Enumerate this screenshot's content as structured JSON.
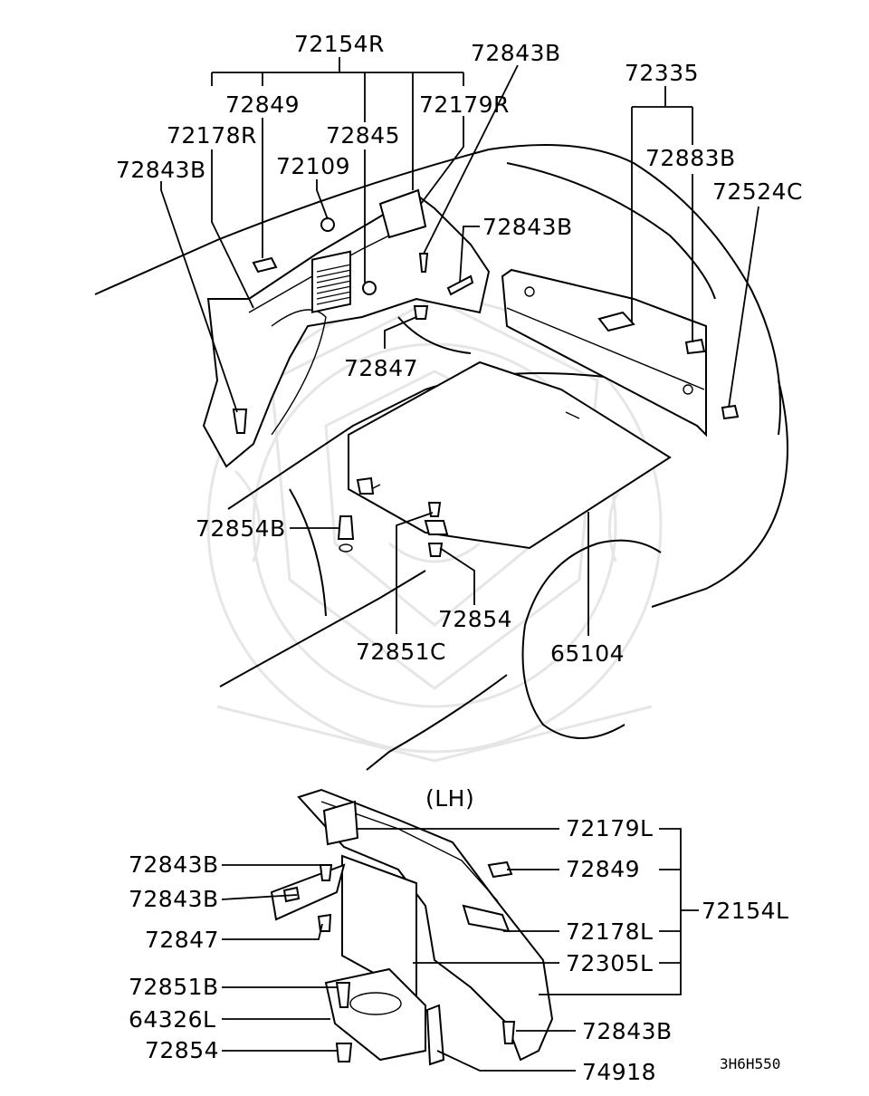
{
  "diagram": {
    "code": "3H6H550",
    "section_lh": "(LH)",
    "labels": {
      "p72154R": "72154R",
      "p72843B_top": "72843B",
      "p72335": "72335",
      "p72849_top": "72849",
      "p72179R": "72179R",
      "p72178R": "72178R",
      "p72845": "72845",
      "p72883B": "72883B",
      "p72843B_left": "72843B",
      "p72109": "72109",
      "p72524C": "72524C",
      "p72843B_mid": "72843B",
      "p72847_top": "72847",
      "p72854B": "72854B",
      "p72854_mid": "72854",
      "p72851C": "72851C",
      "p65104": "65104",
      "p72179L": "72179L",
      "p72843B_lh1": "72843B",
      "p72849_lh": "72849",
      "p72843B_lh2": "72843B",
      "p72154L": "72154L",
      "p72847_lh": "72847",
      "p72178L": "72178L",
      "p72305L": "72305L",
      "p72851B": "72851B",
      "p64326L": "64326L",
      "p72843B_lh3": "72843B",
      "p72854_lh": "72854",
      "p74918": "74918"
    }
  }
}
